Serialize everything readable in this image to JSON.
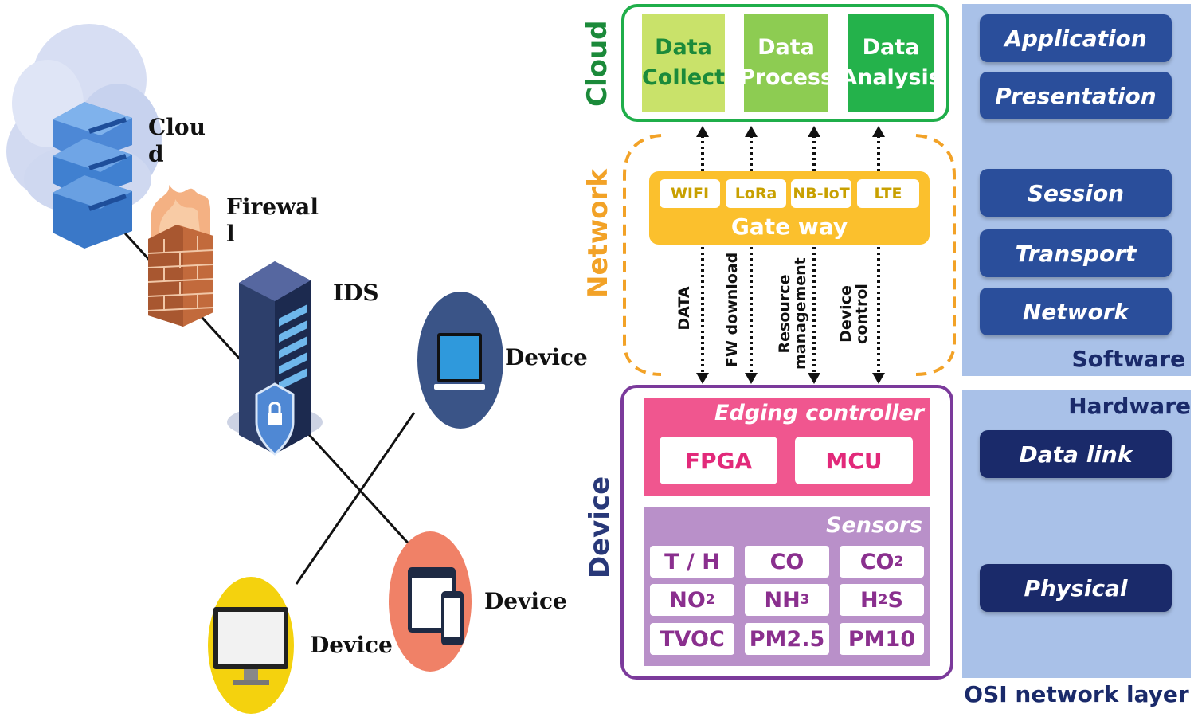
{
  "left": {
    "cloud_label": "Clou\nd",
    "firewall_label": "Firewal\nl",
    "ids_label": "IDS",
    "device_labels": [
      "Device",
      "Device",
      "Device"
    ]
  },
  "cloud": {
    "side_label": "Cloud",
    "boxes": [
      {
        "label": "Data\nCollect",
        "color": "#c9e26a"
      },
      {
        "label": "Data\nProcess",
        "color": "#8dcc52"
      },
      {
        "label": "Data\nAnalysis",
        "color": "#24b24b"
      }
    ],
    "border_color": "#1fae4a"
  },
  "network": {
    "side_label": "Network",
    "protocols": [
      "WIFI",
      "LoRa",
      "NB-IoT",
      "LTE"
    ],
    "gateway_label": "Gate way",
    "arrows": [
      {
        "label": "DATA"
      },
      {
        "label": "FW download"
      },
      {
        "label": "Resource\nmanagement"
      },
      {
        "label": "Device\ncontrol"
      }
    ],
    "color": "#f2a227"
  },
  "device": {
    "side_label": "Device",
    "controller_title": "Edging controller",
    "controller_items": [
      "FPGA",
      "MCU"
    ],
    "sensors_title": "Sensors",
    "sensors": [
      {
        "main": "T / H",
        "sub": ""
      },
      {
        "main": "CO",
        "sub": ""
      },
      {
        "main": "CO",
        "sub": "2"
      },
      {
        "main": "NO",
        "sub": "2"
      },
      {
        "main": "NH",
        "sub": "3"
      },
      {
        "main": "H",
        "sub": "2",
        "after": "S"
      },
      {
        "main": "TVOC",
        "sub": ""
      },
      {
        "main": "PM2.5",
        "sub": ""
      },
      {
        "main": "PM10",
        "sub": ""
      }
    ],
    "border_color": "#7b3a9b"
  },
  "osi": {
    "software_layers": [
      "Application",
      "Presentation",
      "Session",
      "Transport",
      "Network"
    ],
    "software_label": "Software",
    "hardware_label": "Hardware",
    "hardware_layers": [
      "Data link",
      "Physical"
    ],
    "caption": "OSI network layer"
  }
}
